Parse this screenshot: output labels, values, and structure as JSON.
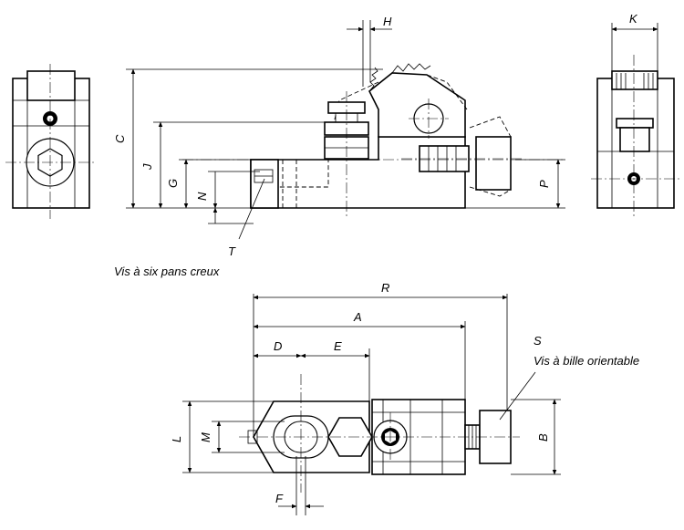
{
  "dimensions": {
    "A": "A",
    "B": "B",
    "C": "C",
    "D": "D",
    "E": "E",
    "F": "F",
    "G": "G",
    "H": "H",
    "J": "J",
    "K": "K",
    "L": "L",
    "M": "M",
    "N": "N",
    "P": "P",
    "R": "R",
    "S": "S",
    "T": "T"
  },
  "notes": {
    "hex_socket_screw": "Vis à six pans creux",
    "ball_screw": "Vis à bille orientable"
  }
}
